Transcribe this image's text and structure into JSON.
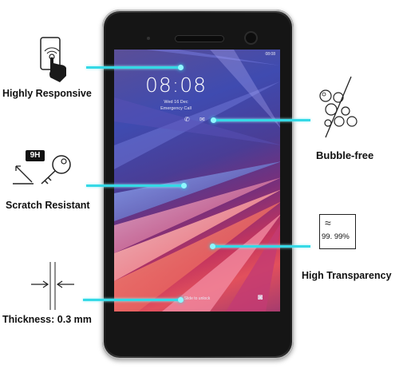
{
  "features": {
    "responsive": "Highly Responsive",
    "bubble": "Bubble-free",
    "scratch": "Scratch Resistant",
    "transparency": "High Transparency",
    "thickness": "Thickness: 0.3 mm",
    "hardness_badge": "9H",
    "transparency_value": "99. 99%"
  },
  "screen": {
    "time": "08:08",
    "date": "Wed 16 Dec",
    "emergency": "Emergency Call",
    "unlock_hint": "Slide to unlock",
    "status_time": "08:08"
  },
  "colors": {
    "callout_line": "#35d9e6",
    "bezel": "#2a2a2a"
  },
  "icons": [
    "finger-touch-icon",
    "bubbles-icon",
    "key-scratch-icon",
    "transparency-icon",
    "thickness-arrows-icon",
    "camera-shortcut-icon"
  ]
}
